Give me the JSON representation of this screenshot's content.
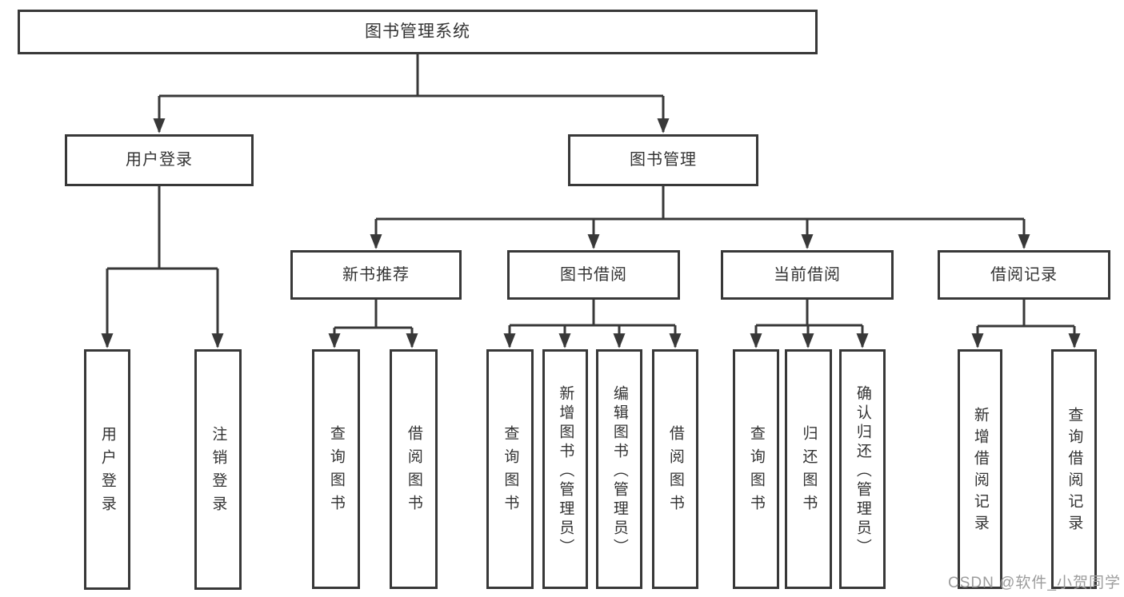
{
  "title": "图书管理系统",
  "watermark": "CSDN @软件_小贺同学",
  "colors": {
    "line": "#383838",
    "text": "#333333",
    "box_fill": "#ffffff",
    "watermark": "#9c9c9c"
  },
  "nodes": {
    "root": {
      "label": "图书管理系统"
    },
    "user_login": {
      "label": "用户登录"
    },
    "book_mgmt": {
      "label": "图书管理"
    },
    "ul_login": {
      "label": "用户登录"
    },
    "ul_logout": {
      "label": "注销登录"
    },
    "new_rec": {
      "label": "新书推荐"
    },
    "book_borrow": {
      "label": "图书借阅"
    },
    "cur_borrow": {
      "label": "当前借阅"
    },
    "borrow_record": {
      "label": "借阅记录"
    },
    "rec_query": {
      "label": "查询图书"
    },
    "rec_borrow": {
      "label": "借阅图书"
    },
    "bb_query": {
      "label": "查询图书"
    },
    "bb_add": {
      "label": "新增图书（管理员）"
    },
    "bb_edit": {
      "label": "编辑图书（管理员）"
    },
    "bb_borrow": {
      "label": "借阅图书"
    },
    "cb_query": {
      "label": "查询图书"
    },
    "cb_return": {
      "label": "归还图书"
    },
    "cb_confirm": {
      "label": "确认归还（管理员）"
    },
    "br_add": {
      "label": "新增借阅记录"
    },
    "br_query": {
      "label": "查询借阅记录"
    }
  },
  "hierarchy": {
    "图书管理系统": {
      "用户登录": [
        "用户登录",
        "注销登录"
      ],
      "图书管理": {
        "新书推荐": [
          "查询图书",
          "借阅图书"
        ],
        "图书借阅": [
          "查询图书",
          "新增图书（管理员）",
          "编辑图书（管理员）",
          "借阅图书"
        ],
        "当前借阅": [
          "查询图书",
          "归还图书",
          "确认归还（管理员）"
        ],
        "借阅记录": [
          "新增借阅记录",
          "查询借阅记录"
        ]
      }
    }
  }
}
